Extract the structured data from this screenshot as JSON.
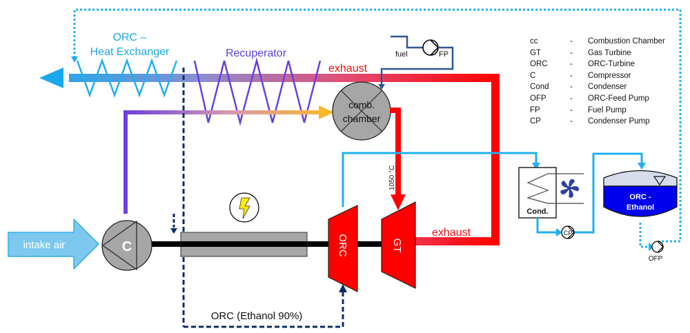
{
  "labels": {
    "orc_heat_exchanger_line1": "ORC –",
    "orc_heat_exchanger_line2": "Heat Exchanger",
    "recuperator": "Recuperator",
    "exhaust_top": "exhaust",
    "exhaust_bottom": "exhaust",
    "fuel": "fuel",
    "fuel_pump": "FP",
    "comb_chamber_line1": "comb.",
    "comb_chamber_line2": "chamber",
    "temperature": "1050 °C",
    "intake_air": "intake air",
    "compressor": "C",
    "orc_turbine": "ORC",
    "gas_turbine": "GT",
    "orc_cycle": "ORC (Ethanol 90%)",
    "condenser": "Cond.",
    "condenser_pump": "CP",
    "tank_line1": "ORC -",
    "tank_line2": "Ethanol",
    "orc_feed_pump": "OFP"
  },
  "legend": [
    {
      "abbr": "cc",
      "dash": "-",
      "meaning": "Combustion Chamber"
    },
    {
      "abbr": "GT",
      "dash": "-",
      "meaning": "Gas Turbine"
    },
    {
      "abbr": "ORC",
      "dash": "-",
      "meaning": "ORC-Turbine"
    },
    {
      "abbr": "C",
      "dash": "-",
      "meaning": "Compressor"
    },
    {
      "abbr": "Cond",
      "dash": "-",
      "meaning": "Condenser"
    },
    {
      "abbr": "OFP",
      "dash": "-",
      "meaning": "ORC-Feed Pump"
    },
    {
      "abbr": "FP",
      "dash": "-",
      "meaning": "Fuel Pump"
    },
    {
      "abbr": "CP",
      "dash": "-",
      "meaning": "Condenser Pump"
    }
  ],
  "colors": {
    "exhaust_red": "#ff0000",
    "orc_blue": "#1fb0ee",
    "recuperator_purple": "#6a3ee0",
    "hot_air_orange": "#fbb829",
    "dark_navy": "#0c2a6a",
    "fuel_line": "#2f5597",
    "tank_blue": "#0000ee",
    "tank_vapor": "#d6dcea",
    "machine_gray": "#a6a6a6",
    "fan_blue": "#2e3ea0"
  }
}
